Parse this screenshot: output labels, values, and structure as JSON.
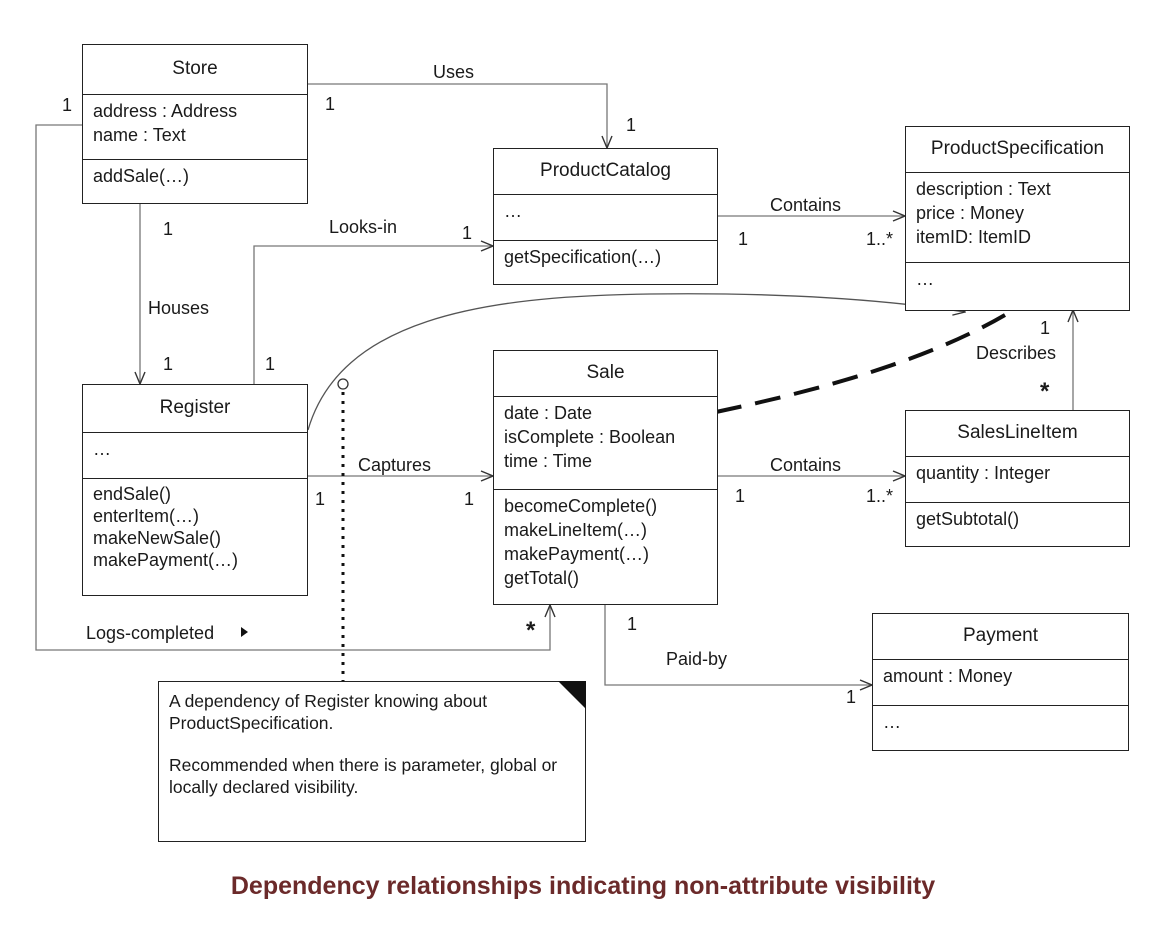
{
  "diagram": {
    "classes": {
      "store": {
        "name": "Store",
        "attributes": [
          "address : Address",
          "name : Text"
        ],
        "operations": [
          "addSale(…)"
        ]
      },
      "product_catalog": {
        "name": "ProductCatalog",
        "attributes": [
          "…"
        ],
        "operations": [
          "getSpecification(…)"
        ]
      },
      "product_specification": {
        "name": "ProductSpecification",
        "attributes": [
          "description : Text",
          "price : Money",
          "itemID: ItemID"
        ],
        "operations": [
          "…"
        ]
      },
      "register": {
        "name": "Register",
        "attributes": [
          "…"
        ],
        "operations": [
          "endSale()",
          "enterItem(…)",
          "makeNewSale()",
          "makePayment(…)"
        ]
      },
      "sale": {
        "name": "Sale",
        "attributes": [
          "date : Date",
          "isComplete : Boolean",
          "time : Time"
        ],
        "operations": [
          "becomeComplete()",
          "makeLineItem(…)",
          "makePayment(…)",
          "getTotal()"
        ]
      },
      "sales_line_item": {
        "name": "SalesLineItem",
        "attributes": [
          "quantity : Integer"
        ],
        "operations": [
          "getSubtotal()"
        ]
      },
      "payment": {
        "name": "Payment",
        "attributes": [
          "amount : Money"
        ],
        "operations": [
          "…"
        ]
      }
    },
    "associations": {
      "uses": {
        "label": "Uses",
        "from_mult": "1",
        "to_mult": "1"
      },
      "contains_catalog": {
        "label": "Contains",
        "from_mult": "1",
        "to_mult": "1..*"
      },
      "houses": {
        "label": "Houses",
        "from_mult": "1",
        "to_mult": "1"
      },
      "looks_in": {
        "label": "Looks-in",
        "from_mult": "1",
        "to_mult": "1"
      },
      "describes": {
        "label": "Describes",
        "from_mult": "*",
        "to_mult": "1"
      },
      "captures": {
        "label": "Captures",
        "from_mult": "1",
        "to_mult": "1"
      },
      "contains_sale": {
        "label": "Contains",
        "from_mult": "1",
        "to_mult": "1..*"
      },
      "logs_completed": {
        "label": "Logs-completed",
        "from_mult": "1",
        "to_mult": "*"
      },
      "paid_by": {
        "label": "Paid-by",
        "from_mult": "1",
        "to_mult": "1"
      }
    },
    "note": {
      "line1": "A dependency of Register knowing about ProductSpecification.",
      "line2": "Recommended when there is parameter, global or locally declared visibility."
    },
    "caption": "Dependency relationships indicating non-attribute visibility",
    "caption_color": "#6b2a2a"
  }
}
